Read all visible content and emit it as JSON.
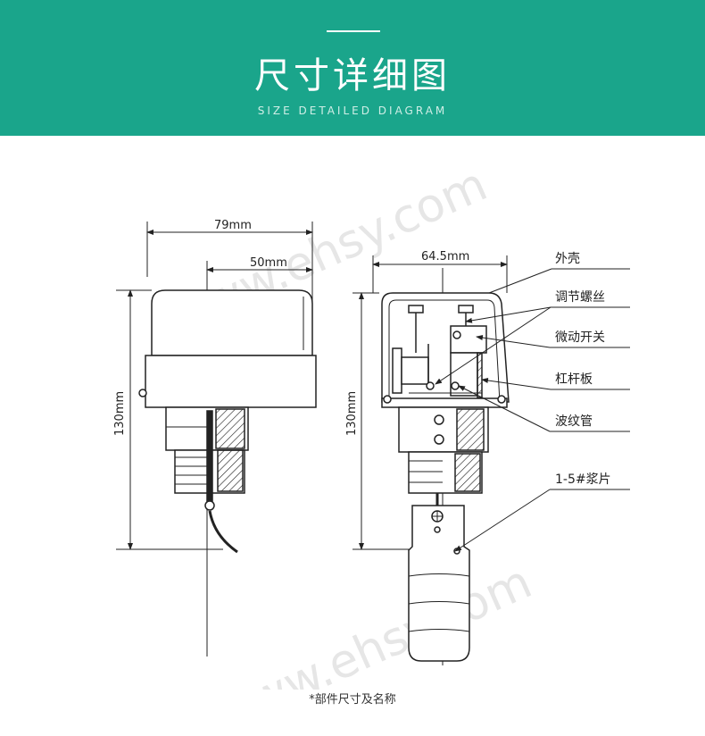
{
  "header": {
    "title": "尺寸详细图",
    "subtitle": "SIZE DETAILED DIAGRAM",
    "bg_color": "#1aa58b"
  },
  "watermark": "www.ehsy.com",
  "left_view": {
    "width_total": "79mm",
    "width_partial": "50mm",
    "height": "130mm"
  },
  "right_view": {
    "width": "64.5mm",
    "height": "130mm",
    "parts": [
      "外壳",
      "调节螺丝",
      "微动开关",
      "杠杆板",
      "波纹管",
      "1-5#浆片"
    ]
  },
  "caption": "*部件尺寸及名称"
}
